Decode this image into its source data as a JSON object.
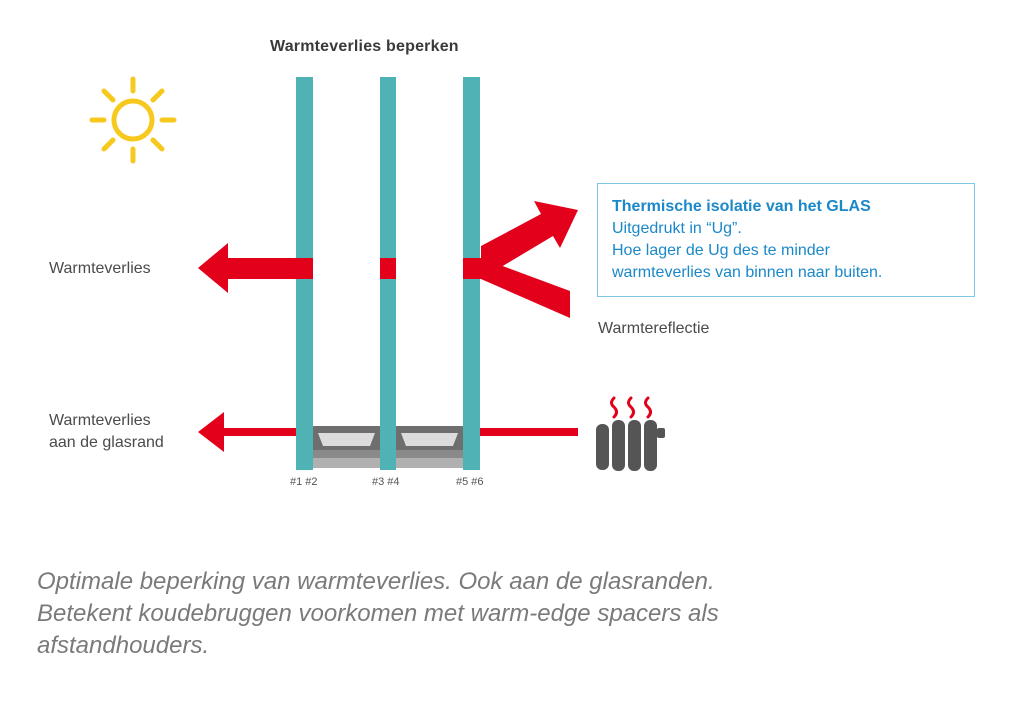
{
  "title": "Warmteverlies beperken",
  "labels": {
    "heat_loss": "Warmteverlies",
    "heat_loss_edge_line1": "Warmteverlies",
    "heat_loss_edge_line2": "aan de glasrand",
    "heat_reflection": "Warmtereflectie"
  },
  "pane_labels": [
    "#1 #2",
    "#3 #4",
    "#5 #6"
  ],
  "info_box": {
    "heading": "Thermische isolatie van het GLAS",
    "line1": "Uitgedrukt in “Ug”.",
    "line2": "Hoe lager de Ug des te minder",
    "line3": "warmteverlies van binnen naar buiten."
  },
  "caption": {
    "line1": "Optimale beperking van warmteverlies. Ook aan de glasranden.",
    "line2": "Betekent koudebruggen voorkomen met warm-edge spacers als",
    "line3": "afstandhouders."
  },
  "icons": {
    "sun": "sun-icon",
    "radiator": "radiator-icon",
    "heat_waves": "heat-waves-icon"
  },
  "colors": {
    "glass": "#4fb3b5",
    "arrow": "#e3001b",
    "sun": "#f7c81e",
    "spacer": "#6e6e6e",
    "radiator": "#555555",
    "info_text": "#1a88c9",
    "info_border": "#7ec6e8"
  }
}
